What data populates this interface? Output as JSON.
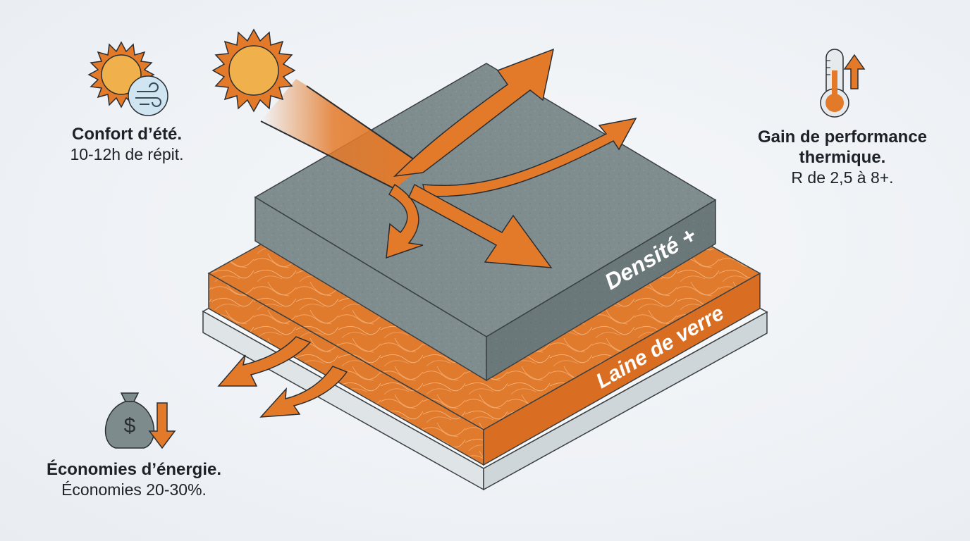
{
  "callouts": {
    "summer": {
      "title": "Confort d’été.",
      "subtitle": "10-12h de répit."
    },
    "thermal": {
      "title": "Gain de performance thermique.",
      "subtitle": "R de 2,5 à 8+."
    },
    "energy": {
      "title": "Économies d’énergie.",
      "subtitle": "Économies 20-30%."
    }
  },
  "layers": {
    "top": "Densité +",
    "middle": "Laine de verre"
  },
  "icons": {
    "summer": [
      "sun-icon",
      "wind-icon"
    ],
    "thermal": [
      "thermometer-icon",
      "arrow-up-icon"
    ],
    "energy": [
      "money-bag-icon",
      "arrow-down-icon"
    ]
  },
  "colors": {
    "accent": "#e37a2a",
    "sun": "#f0b04b",
    "slab": "#7e8b8d",
    "slab_dark": "#5d6a6c",
    "wool": "#e07b2e",
    "base": "#dfe4e7",
    "text": "#1d2228"
  }
}
